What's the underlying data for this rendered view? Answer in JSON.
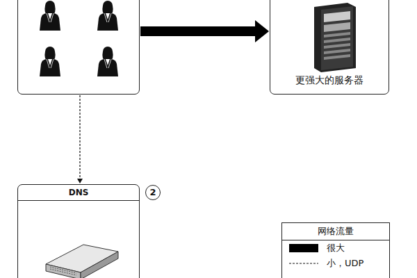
{
  "diagram": {
    "nodes": [
      {
        "text": []
      },
      {
        "text": [
          "更强大的服务器"
        ]
      },
      {
        "text": [
          "DNS"
        ]
      }
    ],
    "edges": [
      {
        "from": 0,
        "to": 1,
        "arrow": "to"
      },
      {
        "from": 0,
        "to": 2,
        "arrow": "to"
      }
    ],
    "labels": [
      "2",
      "网络流量"
    ],
    "legend": [
      {
        "text": "很大",
        "color": "#000000"
      },
      {
        "text": "小，UDP"
      }
    ]
  }
}
